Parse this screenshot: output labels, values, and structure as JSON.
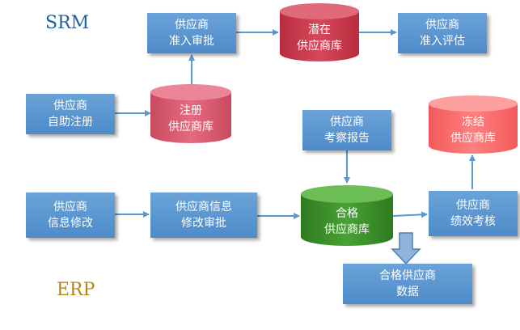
{
  "sections": {
    "srm": "SRM",
    "erp": "ERP"
  },
  "colors": {
    "srm": "#1f5fa0",
    "erp": "#b8860b",
    "box": "#5b97d1",
    "arrow": "#5b97d1",
    "pink": "#d8556a",
    "red": "#c83648",
    "coral": "#ff6f6f",
    "green": "#3a8a2a"
  },
  "nodes": {
    "approve_admission": "供应商\n准入审批",
    "potential_db": "潜在\n供应商库",
    "admission_eval": "供应商\n准入评估",
    "self_register": "供应商\n自助注册",
    "register_db": "注册\n供应商库",
    "inspection_report": "供应商\n考察报告",
    "frozen_db": "冻结\n供应商库",
    "info_change": "供应商\n信息修改",
    "info_change_approval": "供应商信息\n修改审批",
    "qualified_db": "合格\n供应商库",
    "performance": "供应商\n绩效考核",
    "qualified_data": "合格供应商\n数据"
  }
}
